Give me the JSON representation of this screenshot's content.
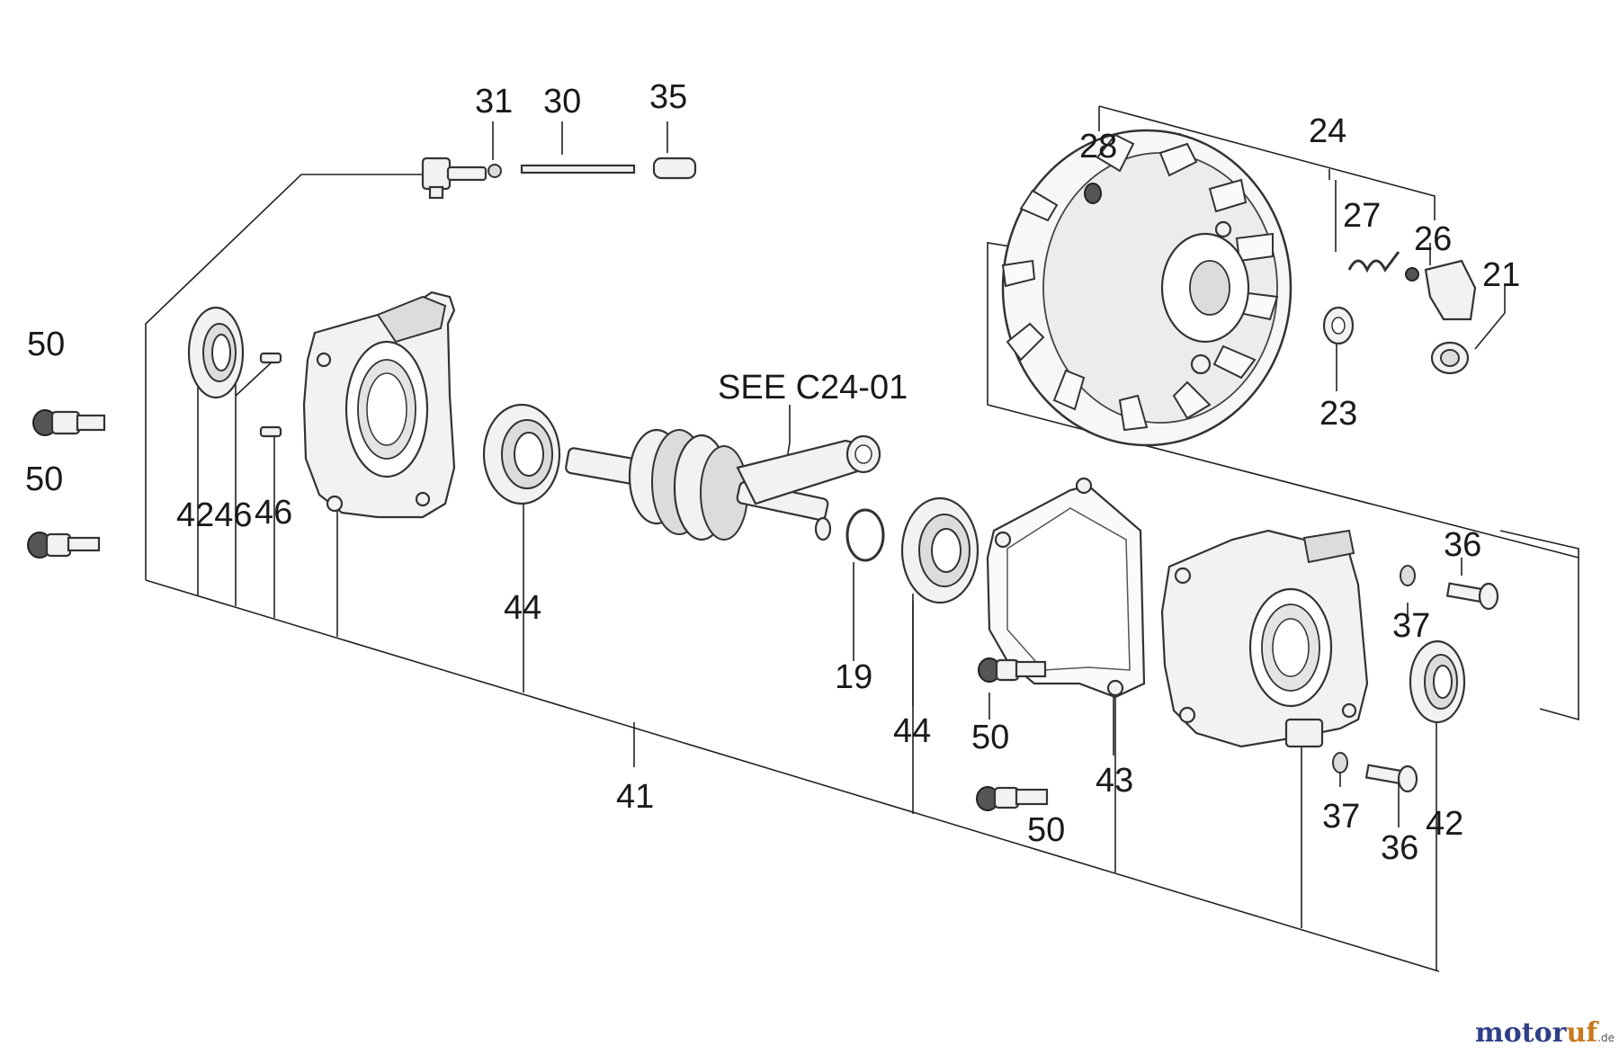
{
  "diagram": {
    "reference_note": "SEE C24-01",
    "watermark": {
      "part1": "motor",
      "part2": "uf",
      "suffix": ".de"
    },
    "labels": {
      "p31": "31",
      "p30": "30",
      "p35": "35",
      "p28": "28",
      "p24": "24",
      "p27": "27",
      "p26": "26",
      "p21": "21",
      "p23": "23",
      "p50a": "50",
      "p50b": "50",
      "p4246": "4246",
      "p46": "46",
      "p44a": "44",
      "p19": "19",
      "p44b": "44",
      "p50c": "50",
      "p41": "41",
      "p43": "43",
      "p50d": "50",
      "p36a": "36",
      "p37a": "37",
      "p37b": "37",
      "p36b": "36",
      "p42": "42"
    }
  }
}
